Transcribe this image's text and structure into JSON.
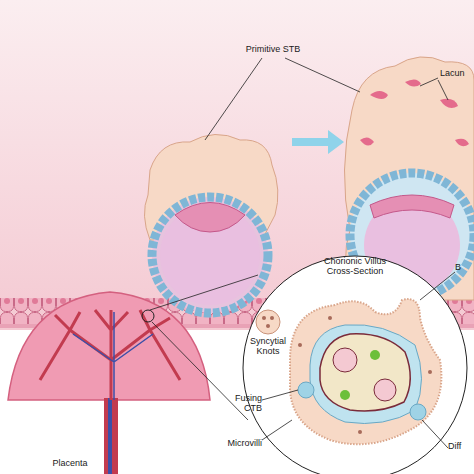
{
  "diagram": {
    "labels": [
      "Primitive STB",
      "Lacun",
      "Chorionic Villus Cross-Section",
      "Syncytial Knots",
      "B",
      "Fusing CTB",
      "Microvilli",
      "Diff",
      "Placenta"
    ]
  }
}
